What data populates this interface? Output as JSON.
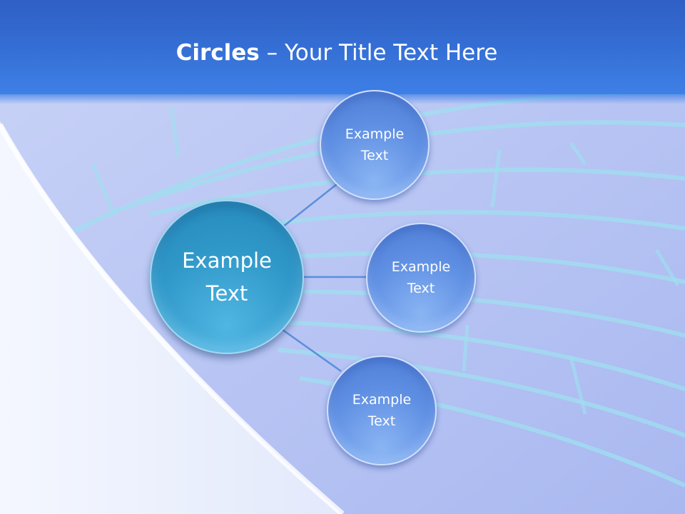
{
  "slide": {
    "title_bold": "Circles",
    "title_rest": " – Your Title Text Here"
  },
  "diagram": {
    "center": {
      "label": "Example\nText"
    },
    "satellites": [
      {
        "label": "Example\nText"
      },
      {
        "label": "Example\nText"
      },
      {
        "label": "Example\nText"
      }
    ]
  },
  "colors": {
    "title_bar": "#3570d6",
    "center_circle": "#2f97c8",
    "satellite_circle": "#5f8fe3",
    "connector": "#5b8fd9"
  }
}
